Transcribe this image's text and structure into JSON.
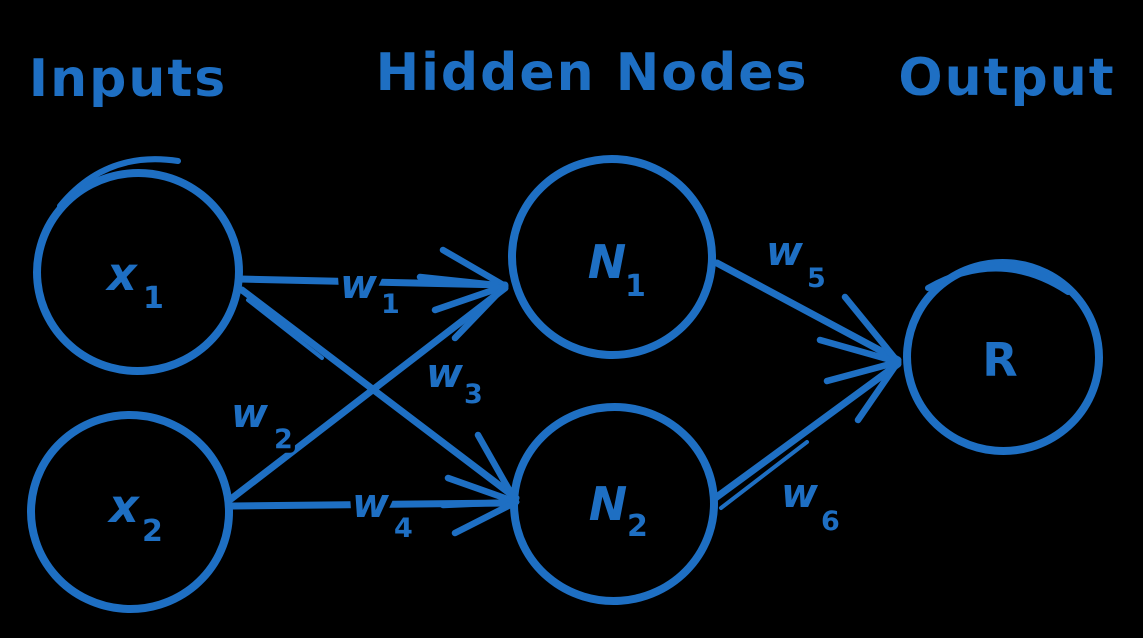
{
  "colors": {
    "ink": "#1e6fc3",
    "background": "#000000"
  },
  "column_labels": {
    "inputs": "Inputs",
    "hidden": "Hidden Nodes",
    "output": "Output"
  },
  "nodes": {
    "x1": {
      "base": "x",
      "sub": "1",
      "column": "Inputs"
    },
    "x2": {
      "base": "x",
      "sub": "2",
      "column": "Inputs"
    },
    "n1": {
      "base": "N",
      "sub": "1",
      "column": "Hidden Nodes"
    },
    "n2": {
      "base": "N",
      "sub": "2",
      "column": "Hidden Nodes"
    },
    "r": {
      "base": "R",
      "sub": "",
      "column": "Output"
    }
  },
  "weights": {
    "w1": {
      "base": "w",
      "sub": "1"
    },
    "w2": {
      "base": "w",
      "sub": "2"
    },
    "w3": {
      "base": "w",
      "sub": "3"
    },
    "w4": {
      "base": "w",
      "sub": "4"
    },
    "w5": {
      "base": "w",
      "sub": "5"
    },
    "w6": {
      "base": "w",
      "sub": "6"
    }
  },
  "edges": [
    {
      "from": "x1",
      "to": "N1",
      "weight": "w1"
    },
    {
      "from": "x2",
      "to": "N1",
      "weight": "w2"
    },
    {
      "from": "x1",
      "to": "N2",
      "weight": "w3"
    },
    {
      "from": "x2",
      "to": "N2",
      "weight": "w4"
    },
    {
      "from": "N1",
      "to": "R",
      "weight": "w5"
    },
    {
      "from": "N2",
      "to": "R",
      "weight": "w6"
    }
  ]
}
